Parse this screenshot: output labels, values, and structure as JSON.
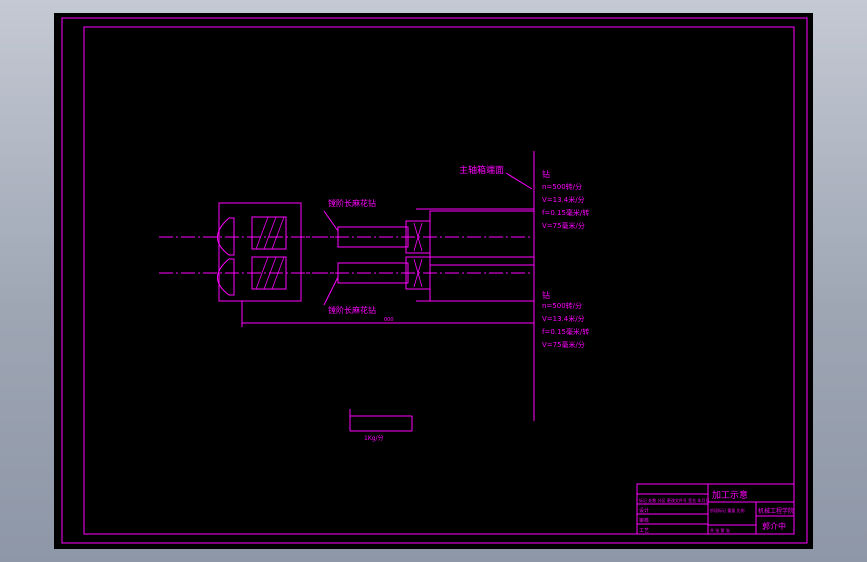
{
  "colors": {
    "background": "#000000",
    "lines": "#ff00ff",
    "window": "#a9b0bd"
  },
  "labels": {
    "spindle_box": "主轴箱端面",
    "upper_tool": "镗阶长麻花钻",
    "lower_tool": "镗阶长麻花钻",
    "upper_drill": "钻",
    "lower_drill": "钻",
    "cut_params_upper": [
      "n=500转/分",
      "V=13.4米/分",
      "f=0.15毫米/转",
      "V=75毫米/分"
    ],
    "cut_params_lower": [
      "n=500转/分",
      "V=13.4米/分",
      "f=0.15毫米/转",
      "V=75毫米/分"
    ],
    "feed_rate": "1Kg/分",
    "dim_overall": "000"
  },
  "title_block": {
    "drawing_name": "加工示意",
    "company": "机械工程学院",
    "signature": "郭介中",
    "small_rows": [
      "标记 处数 分区 更改文件号 签名 年月日",
      "设计",
      "审核",
      "工艺"
    ],
    "small_right": [
      "阶段标记 重量 比例",
      "共 张 第 张"
    ]
  }
}
